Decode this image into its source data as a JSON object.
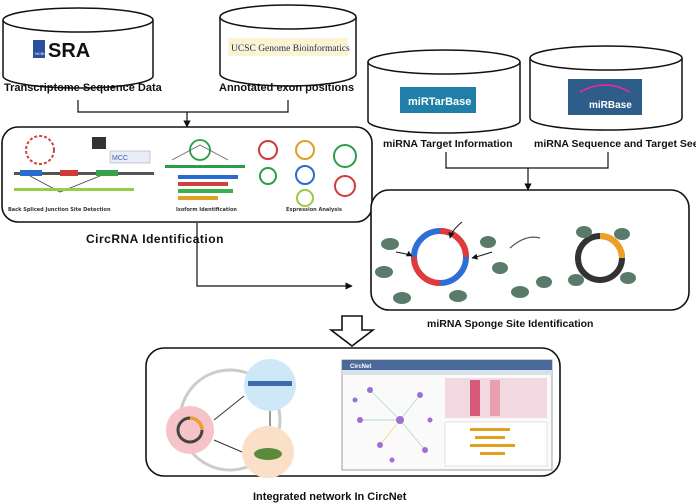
{
  "databases": {
    "sra": {
      "logo_text": "SRA",
      "logo_badge": "NCBI",
      "caption": "Transcriptome Sequence Data"
    },
    "ucsc": {
      "logo_text": "UCSC Genome Bioinformatics",
      "caption": "Annotated exon positions"
    },
    "mirtarbase": {
      "logo_text": "miRTarBase",
      "caption": "miRNA Target Information"
    },
    "mirbase": {
      "logo_text": "miRBase",
      "caption": "miRNA Sequence and Target Seeds"
    }
  },
  "identification_panel": {
    "title": "CircRNA Identification",
    "sub_labels": {
      "back_splice": "Back Spliced Junction Site Detection",
      "isoform": "Isoform Identification",
      "expression": "Expression Analysis"
    }
  },
  "sponge_panel": {
    "title": "miRNA Sponge Site Identification"
  },
  "network_panel": {
    "title": "Integrated network In CircNet",
    "app_title": "CircNet"
  },
  "colors": {
    "panel_border": "#111111",
    "arrow": "#111111",
    "mirtarbase_bg": "#1f7fa8",
    "mirbase_bg": "#2f5d8a",
    "circle_blue": "#2d6fd6",
    "circle_red": "#e23a3a",
    "circle_orange": "#f0a020",
    "network_node": "#9b6fd6"
  }
}
